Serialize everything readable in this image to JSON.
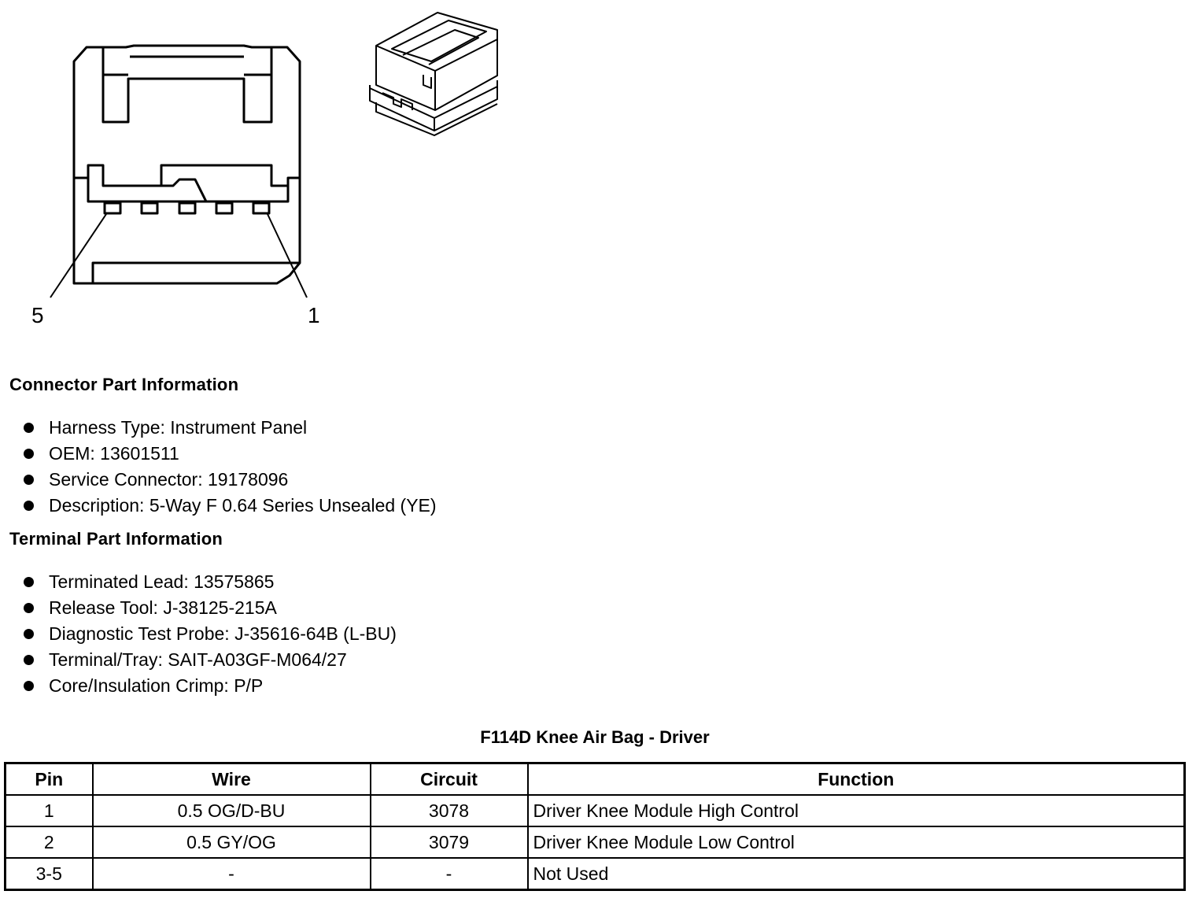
{
  "diagram": {
    "pin_label_left": "5",
    "pin_label_right": "1"
  },
  "connector_info": {
    "title": "Connector Part Information",
    "items": [
      "Harness Type: Instrument Panel",
      "OEM: 13601511",
      "Service Connector: 19178096",
      "Description: 5-Way F 0.64 Series Unsealed (YE)"
    ]
  },
  "terminal_info": {
    "title": "Terminal Part Information",
    "items": [
      "Terminated Lead: 13575865",
      "Release Tool: J-38125-215A",
      "Diagnostic Test Probe: J-35616-64B (L-BU)",
      "Terminal/Tray: SAIT-A03GF-M064/27",
      "Core/Insulation Crimp: P/P"
    ]
  },
  "pin_table": {
    "title": "F114D Knee Air Bag - Driver",
    "headers": [
      "Pin",
      "Wire",
      "Circuit",
      "Function"
    ],
    "rows": [
      [
        "1",
        "0.5 OG/D-BU",
        "3078",
        "Driver Knee Module High Control"
      ],
      [
        "2",
        "0.5 GY/OG",
        "3079",
        "Driver Knee Module Low Control"
      ],
      [
        "3-5",
        "-",
        "-",
        "Not Used"
      ]
    ]
  }
}
